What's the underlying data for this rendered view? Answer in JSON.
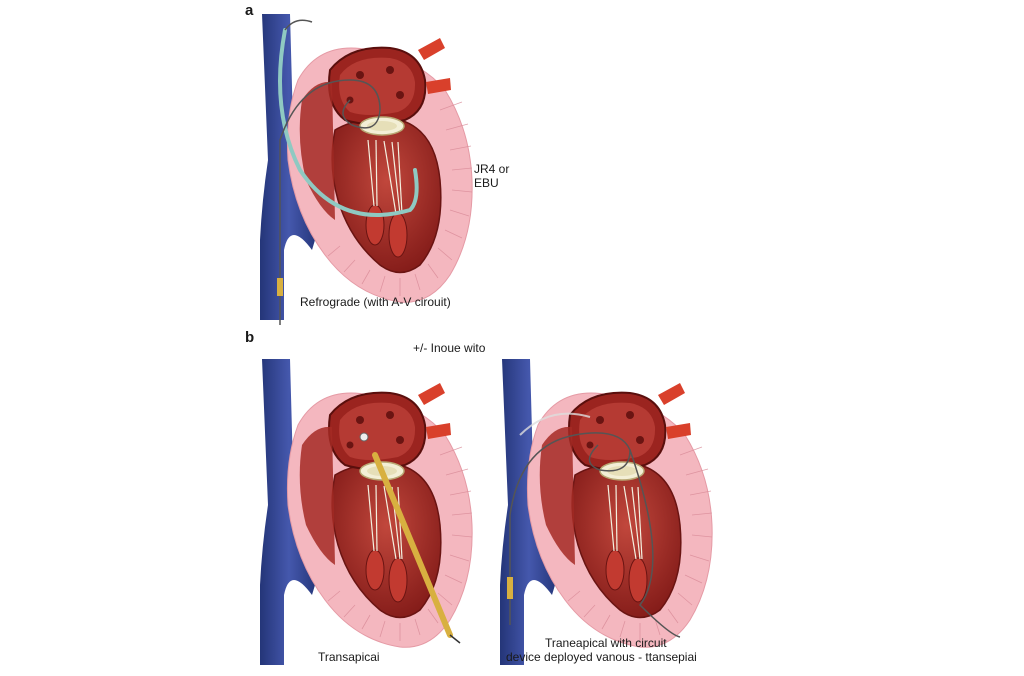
{
  "panels": {
    "a": {
      "letter": "a",
      "label_catheter": [
        "JR4 or",
        "EBU"
      ],
      "caption": "Refrograde (with A-V cirouit)"
    },
    "b": {
      "letter": "b",
      "top_label": "+/- Inoue wito",
      "left_caption": "Transapicai",
      "right_caption": [
        "Traneapical with circuit",
        "device deployed vanous - ttansepiai"
      ]
    }
  },
  "colors": {
    "vein": "#2e3f8f",
    "vein_light": "#4b5cb0",
    "artery": "#d9402b",
    "myocardium_outer": "#f4b7bf",
    "myocardium_inner": "#8f1d1b",
    "chamber": "#b3302a",
    "valve": "#f3efd6",
    "wire_teal": "#8fc9c2",
    "sheath_gold": "#d8b040"
  }
}
